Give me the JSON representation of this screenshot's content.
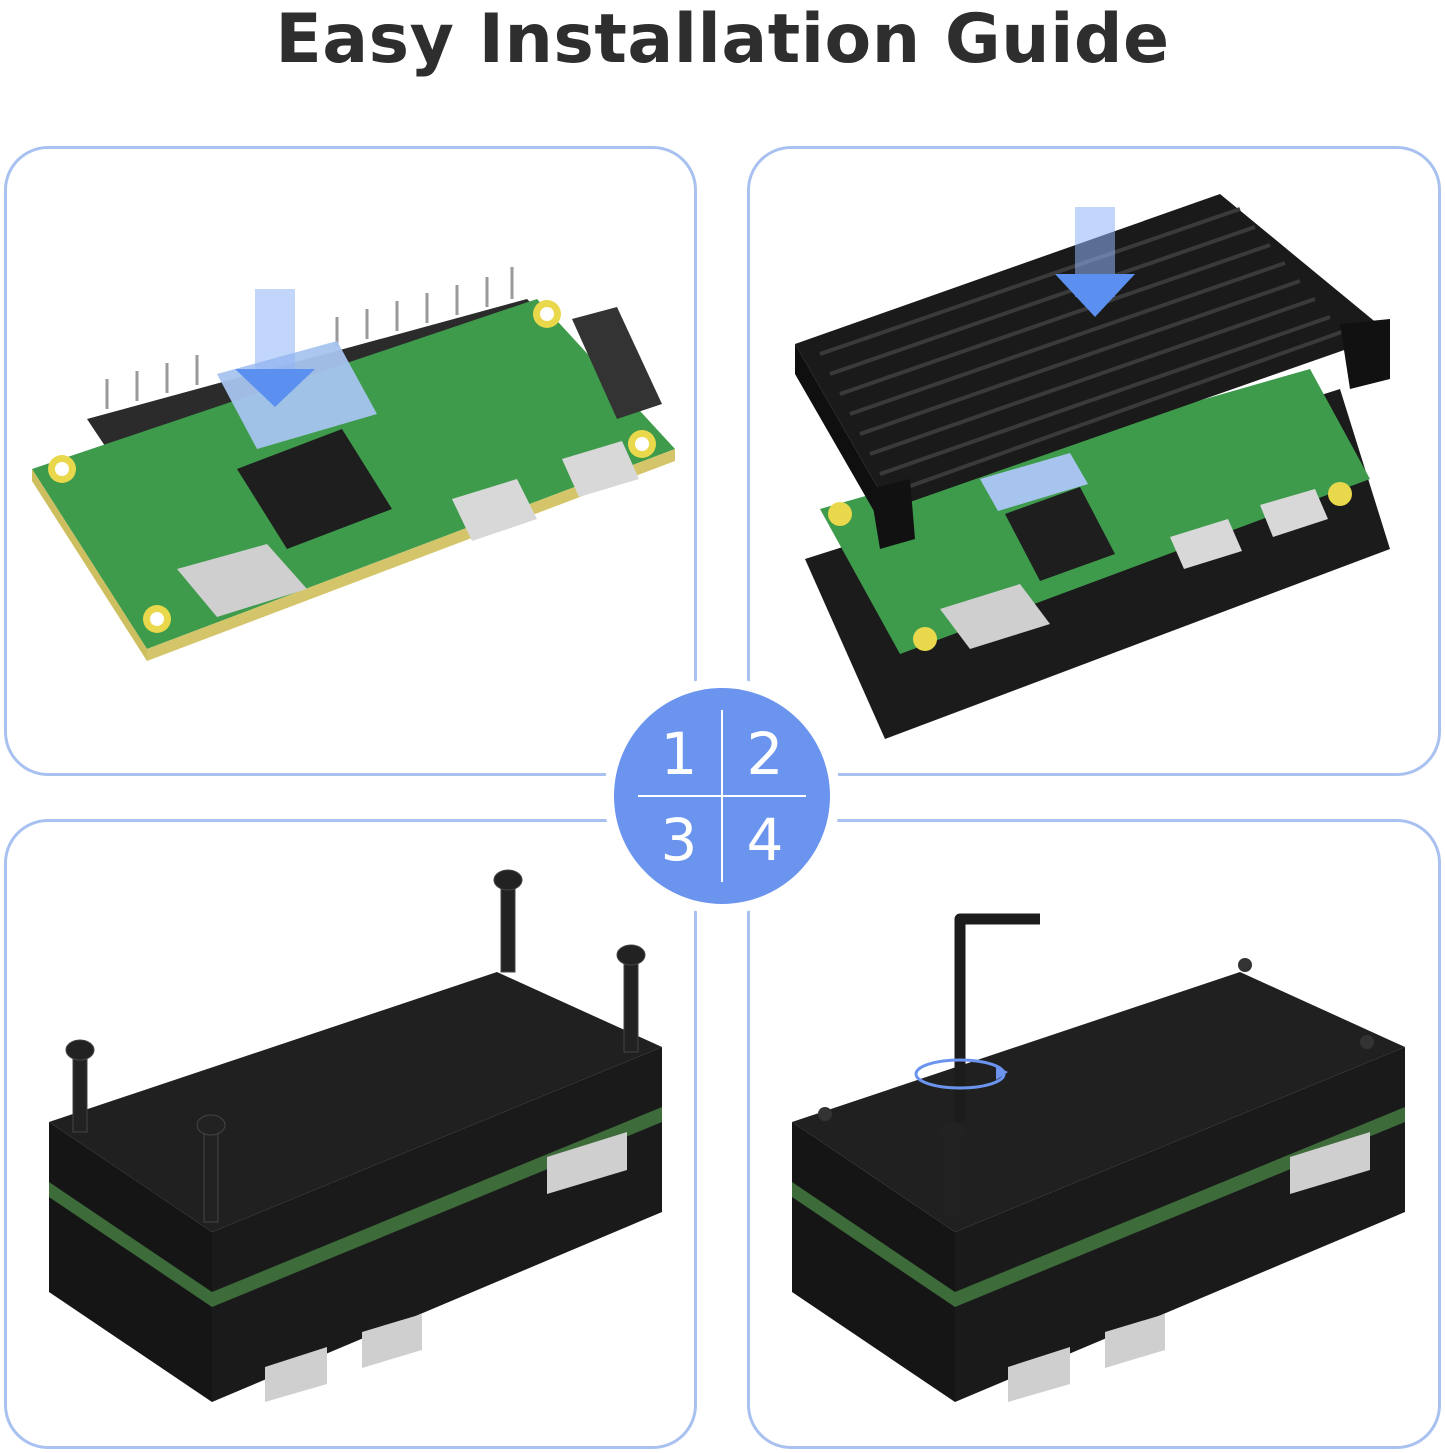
{
  "header": {
    "title": "Easy Installation Guide"
  },
  "steps": [
    {
      "number": "1"
    },
    {
      "number": "2"
    },
    {
      "number": "3"
    },
    {
      "number": "4"
    }
  ],
  "colors": {
    "accent": "#6b94ef",
    "panel_border": "#a9c1f1",
    "title": "#2e2e2e",
    "pcb": "#3f9b4c",
    "case": "#1b1b1b",
    "thermal_pad": "#a7c4ef"
  },
  "icons": [
    "down-arrow-icon",
    "rotate-arrow-icon",
    "hex-key-icon",
    "screw-icon"
  ]
}
